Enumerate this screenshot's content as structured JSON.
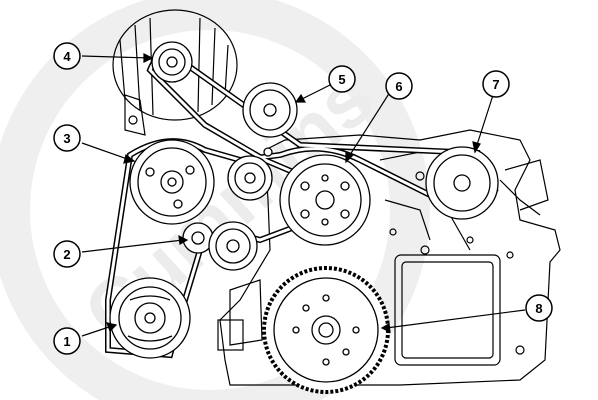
{
  "watermark": {
    "text": "Cummins"
  },
  "callouts": [
    {
      "number": "1",
      "component": "crankshaft-pulley"
    },
    {
      "number": "2",
      "component": "idler-pulley"
    },
    {
      "number": "3",
      "component": "water-pump-pulley"
    },
    {
      "number": "4",
      "component": "alternator-pulley"
    },
    {
      "number": "5",
      "component": "idler-pulley-upper"
    },
    {
      "number": "6",
      "component": "fan-hub-pulley"
    },
    {
      "number": "7",
      "component": "ac-compressor-pulley"
    },
    {
      "number": "8",
      "component": "flywheel-ring-gear"
    }
  ],
  "colors": {
    "ink": "#000000",
    "background": "#ffffff",
    "watermark": "#e8e8e8"
  }
}
